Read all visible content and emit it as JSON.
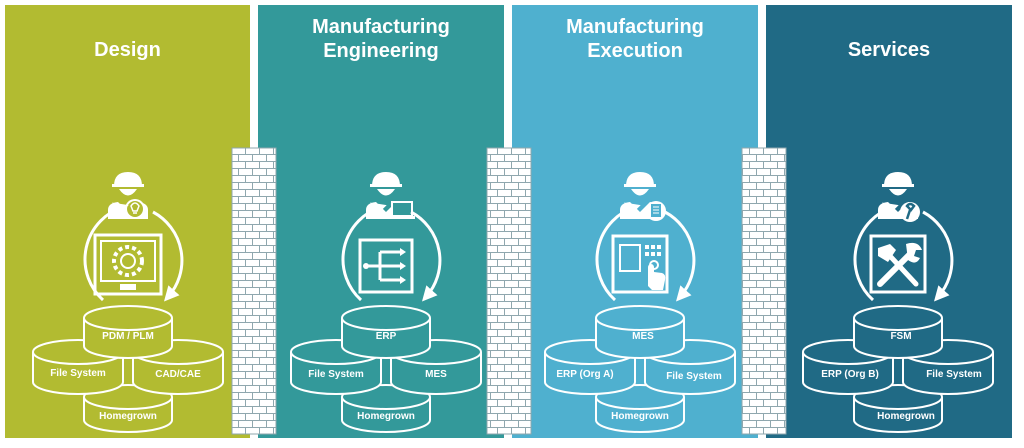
{
  "colors": {
    "design": "#b2bb31",
    "manufacturing_engineering": "#33999a",
    "manufacturing_execution": "#4fb0cf",
    "services": "#206a85",
    "wall": "#ffffff",
    "wall_mortar": "#8fa7ae"
  },
  "panels": [
    {
      "title": "Design",
      "role_icon": "engineer-lightbulb-icon",
      "tool_icon": "cad-monitor-icon",
      "databases": {
        "top": "PDM / PLM",
        "left": "File System",
        "right": "CAD/CAE",
        "bottom": "Homegrown"
      }
    },
    {
      "title": "Manufacturing\nEngineering",
      "role_icon": "engineer-laptop-icon",
      "tool_icon": "process-flow-icon",
      "databases": {
        "top": "ERP",
        "left": "File System",
        "right": "MES",
        "bottom": "Homegrown"
      }
    },
    {
      "title": "Manufacturing\nExecution",
      "role_icon": "engineer-document-icon",
      "tool_icon": "machine-control-panel-icon",
      "databases": {
        "top": "MES",
        "left": "ERP (Org A)",
        "right": "File System",
        "bottom": "Homegrown"
      }
    },
    {
      "title": "Services",
      "role_icon": "engineer-wrench-icon",
      "tool_icon": "wrench-hammer-icon",
      "databases": {
        "top": "FSM",
        "left": "ERP (Org B)",
        "right": "File System",
        "bottom": "Homegrown"
      }
    }
  ]
}
